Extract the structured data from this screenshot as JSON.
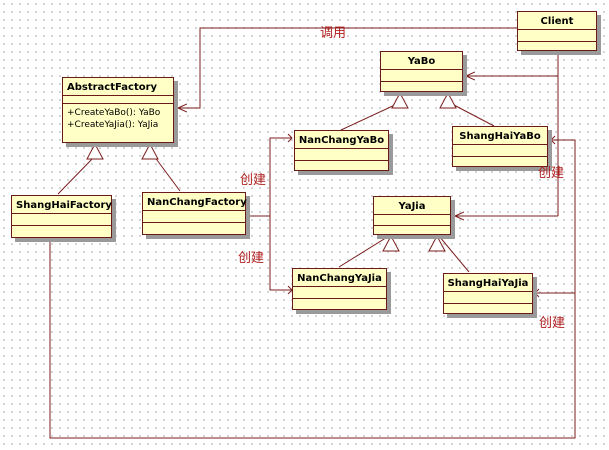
{
  "classes": {
    "client": "Client",
    "abstract_factory": "AbstractFactory",
    "abstract_factory_ops": [
      "+CreateYaBo(): YaBo",
      "+CreateYaJia(): YaJia"
    ],
    "yabo": "YaBo",
    "nanchang_yabo": "NanChangYaBo",
    "shanghai_yabo": "ShangHaiYaBo",
    "shanghai_factory": "ShangHaiFactory",
    "nanchang_factory": "NanChangFactory",
    "yajia": "YaJia",
    "nanchang_yajia": "NanChangYaJia",
    "shanghai_yajia": "ShangHaiYaJia"
  },
  "labels": {
    "call": "调用",
    "create_1": "创建",
    "create_2": "创建",
    "create_3": "创建",
    "create_4": "创建"
  },
  "colors": {
    "class_fill": "#ffffc6",
    "class_border": "#6a1a1a",
    "line": "#7a1e1e",
    "label": "#b02020"
  }
}
